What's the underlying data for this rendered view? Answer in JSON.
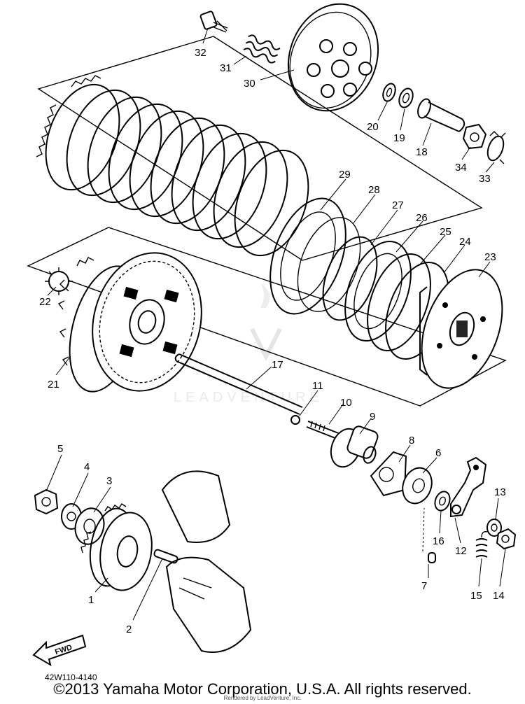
{
  "diagram": {
    "parts": [
      {
        "num": "1",
        "ref": "primary-drive-gear"
      },
      {
        "num": "2",
        "ref": "straight-pin"
      },
      {
        "num": "3",
        "ref": "plate-washer"
      },
      {
        "num": "4",
        "ref": "lock-washer"
      },
      {
        "num": "5",
        "ref": "nut"
      },
      {
        "num": "6",
        "ref": "oil-seal"
      },
      {
        "num": "7",
        "ref": "dowel-pin"
      },
      {
        "num": "8",
        "ref": "gasket"
      },
      {
        "num": "9",
        "ref": "push-lever-housing"
      },
      {
        "num": "10",
        "ref": "push-rod-1"
      },
      {
        "num": "11",
        "ref": "ball"
      },
      {
        "num": "12",
        "ref": "push-lever"
      },
      {
        "num": "13",
        "ref": "washer"
      },
      {
        "num": "14",
        "ref": "nut-lever"
      },
      {
        "num": "15",
        "ref": "spring"
      },
      {
        "num": "16",
        "ref": "bearing"
      },
      {
        "num": "17",
        "ref": "push-rod-2"
      },
      {
        "num": "18",
        "ref": "push-rod-short"
      },
      {
        "num": "19",
        "ref": "bearing-small"
      },
      {
        "num": "20",
        "ref": "washer-small"
      },
      {
        "num": "21",
        "ref": "primary-driven-gear"
      },
      {
        "num": "22",
        "ref": "thrust-plate"
      },
      {
        "num": "23",
        "ref": "clutch-boss"
      },
      {
        "num": "24",
        "ref": "cushion-plate"
      },
      {
        "num": "25",
        "ref": "seat-plate"
      },
      {
        "num": "26",
        "ref": "clutch-plate-special"
      },
      {
        "num": "27",
        "ref": "circlip"
      },
      {
        "num": "28",
        "ref": "friction-plate-special"
      },
      {
        "num": "29",
        "ref": "friction-plate"
      },
      {
        "num": "30",
        "ref": "pressure-plate"
      },
      {
        "num": "31",
        "ref": "compression-spring"
      },
      {
        "num": "32",
        "ref": "bolt"
      },
      {
        "num": "33",
        "ref": "lock-washer-boss"
      },
      {
        "num": "34",
        "ref": "nut-boss"
      }
    ],
    "fwd_label": "FWD",
    "drawing_code": "42W110-4140",
    "watermark_text": "LEADVENTURE"
  },
  "footer": {
    "copyright": "©2013 Yamaha Motor Corporation, U.S.A. All rights reserved.",
    "rendered_by": "Rendered by LeadVenture, Inc."
  },
  "colors": {
    "ink": "#000000",
    "background": "#ffffff",
    "watermark": "#d7d7d7"
  }
}
